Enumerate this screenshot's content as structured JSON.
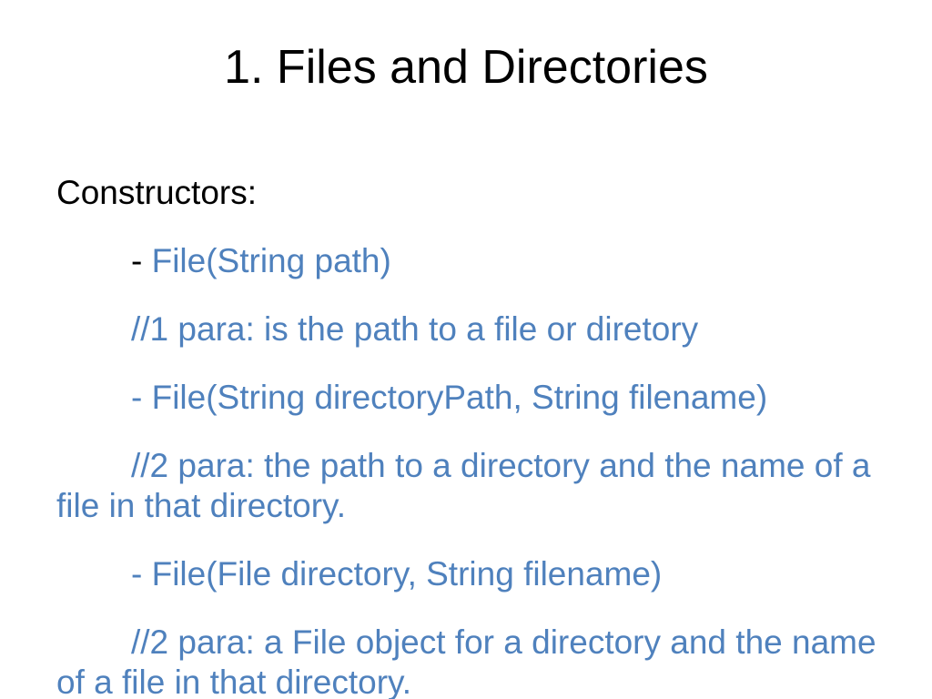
{
  "slide": {
    "title": "1. Files and Directories",
    "heading": "Constructors:",
    "lines": [
      {
        "prefix": "- ",
        "text": "File(String path)"
      },
      {
        "prefix": "",
        "text": "//1 para: is the path to a file or diretory"
      },
      {
        "prefix": "",
        "text": "- File(String directoryPath, String filename)"
      },
      {
        "prefix": "",
        "text": "//2 para: the path to a directory and the name of a file in that directory."
      },
      {
        "prefix": "",
        "text": "- File(File directory, String filename)"
      },
      {
        "prefix": "",
        "text": "//2 para: a File object for a directory and the name of a file in that directory."
      }
    ],
    "colors": {
      "text": "#000000",
      "accent": "#4f81bd",
      "background": "#ffffff"
    }
  }
}
